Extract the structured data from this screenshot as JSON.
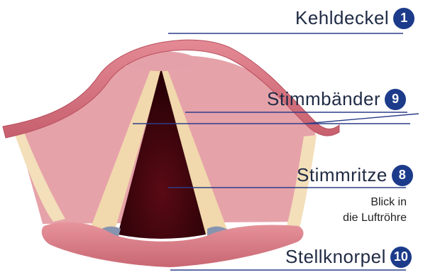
{
  "labels": [
    {
      "key": "kehldeckel",
      "text": "Kehldeckel",
      "number": "1"
    },
    {
      "key": "stimmbaender",
      "text": "Stimmbänder",
      "number": "9"
    },
    {
      "key": "stimmritze",
      "text": "Stimmritze",
      "number": "8"
    },
    {
      "key": "stellknorpel",
      "text": "Stellknorpel",
      "number": "10"
    }
  ],
  "note": {
    "line1": "Blick in",
    "line2": "die Luftröhre"
  },
  "colors": {
    "badge": "#1c3b8a",
    "leader_line": "#2d3d8a",
    "tissue": "#e6a2a9",
    "airway": "#5a0a14",
    "cartilage": "#f3dfba"
  }
}
